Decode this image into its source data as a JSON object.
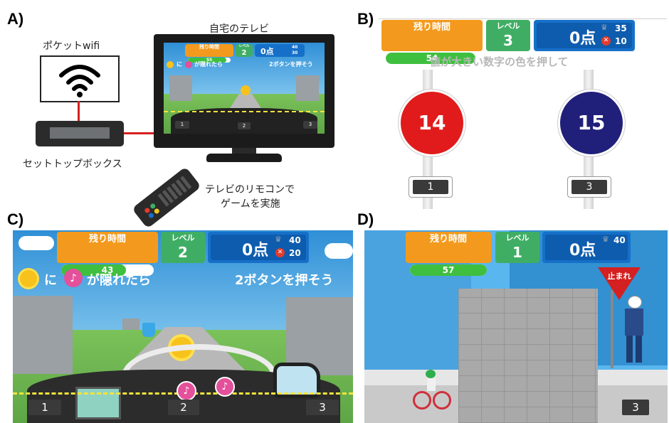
{
  "panel_labels": {
    "a": "A)",
    "b": "B)",
    "c": "C)",
    "d": "D)"
  },
  "panel_a": {
    "pocket_wifi_label": "ポケットwifi",
    "stb_label": "セットトップボックス",
    "tv_label": "自宅のテレビ",
    "remote_label_line1": "テレビのリモコンで",
    "remote_label_line2": "ゲームを実施",
    "colors": {
      "cable": "#d62020",
      "tv_frame": "#1b1b1b"
    },
    "mini_hud": {
      "time_title": "残り時間",
      "time_value": "55",
      "level_label": "レベル",
      "level_value": "2",
      "score": "0点",
      "best": "40",
      "miss": "30"
    },
    "mini_instruction_left": "に",
    "mini_instruction_mid": "が隠れたら",
    "mini_instruction_right": "2ボタンを押そう",
    "mini_buttons": [
      "1",
      "2",
      "3"
    ]
  },
  "panel_b": {
    "hud": {
      "time_title": "残り時間",
      "time_value": "54",
      "time_fraction": 0.97,
      "level_label": "レベル",
      "level_value": "3",
      "score": "0点",
      "best": "35",
      "miss": "10"
    },
    "instruction": "値が大きい数字の色を押して",
    "signs": [
      {
        "value": "14",
        "color": "#e11b1b",
        "button": "1"
      },
      {
        "value": "15",
        "color": "#20207a",
        "button": "3"
      }
    ]
  },
  "panel_c": {
    "hud": {
      "time_title": "残り時間",
      "time_value": "43",
      "time_fraction": 0.7,
      "level_label": "レベル",
      "level_value": "2",
      "score": "0点",
      "best": "40",
      "miss": "20"
    },
    "instruction_left": "に",
    "instruction_mid": "が隠れたら",
    "instruction_right": "2ボタンを押そう",
    "buttons": [
      "1",
      "2",
      "3"
    ]
  },
  "panel_d": {
    "hud": {
      "time_title": "残り時間",
      "time_value": "57",
      "time_fraction": 1.0,
      "level_label": "レベル",
      "level_value": "1",
      "score": "0点",
      "best": "40"
    },
    "stop_sign": "止まれ",
    "buttons": [
      "3"
    ]
  }
}
